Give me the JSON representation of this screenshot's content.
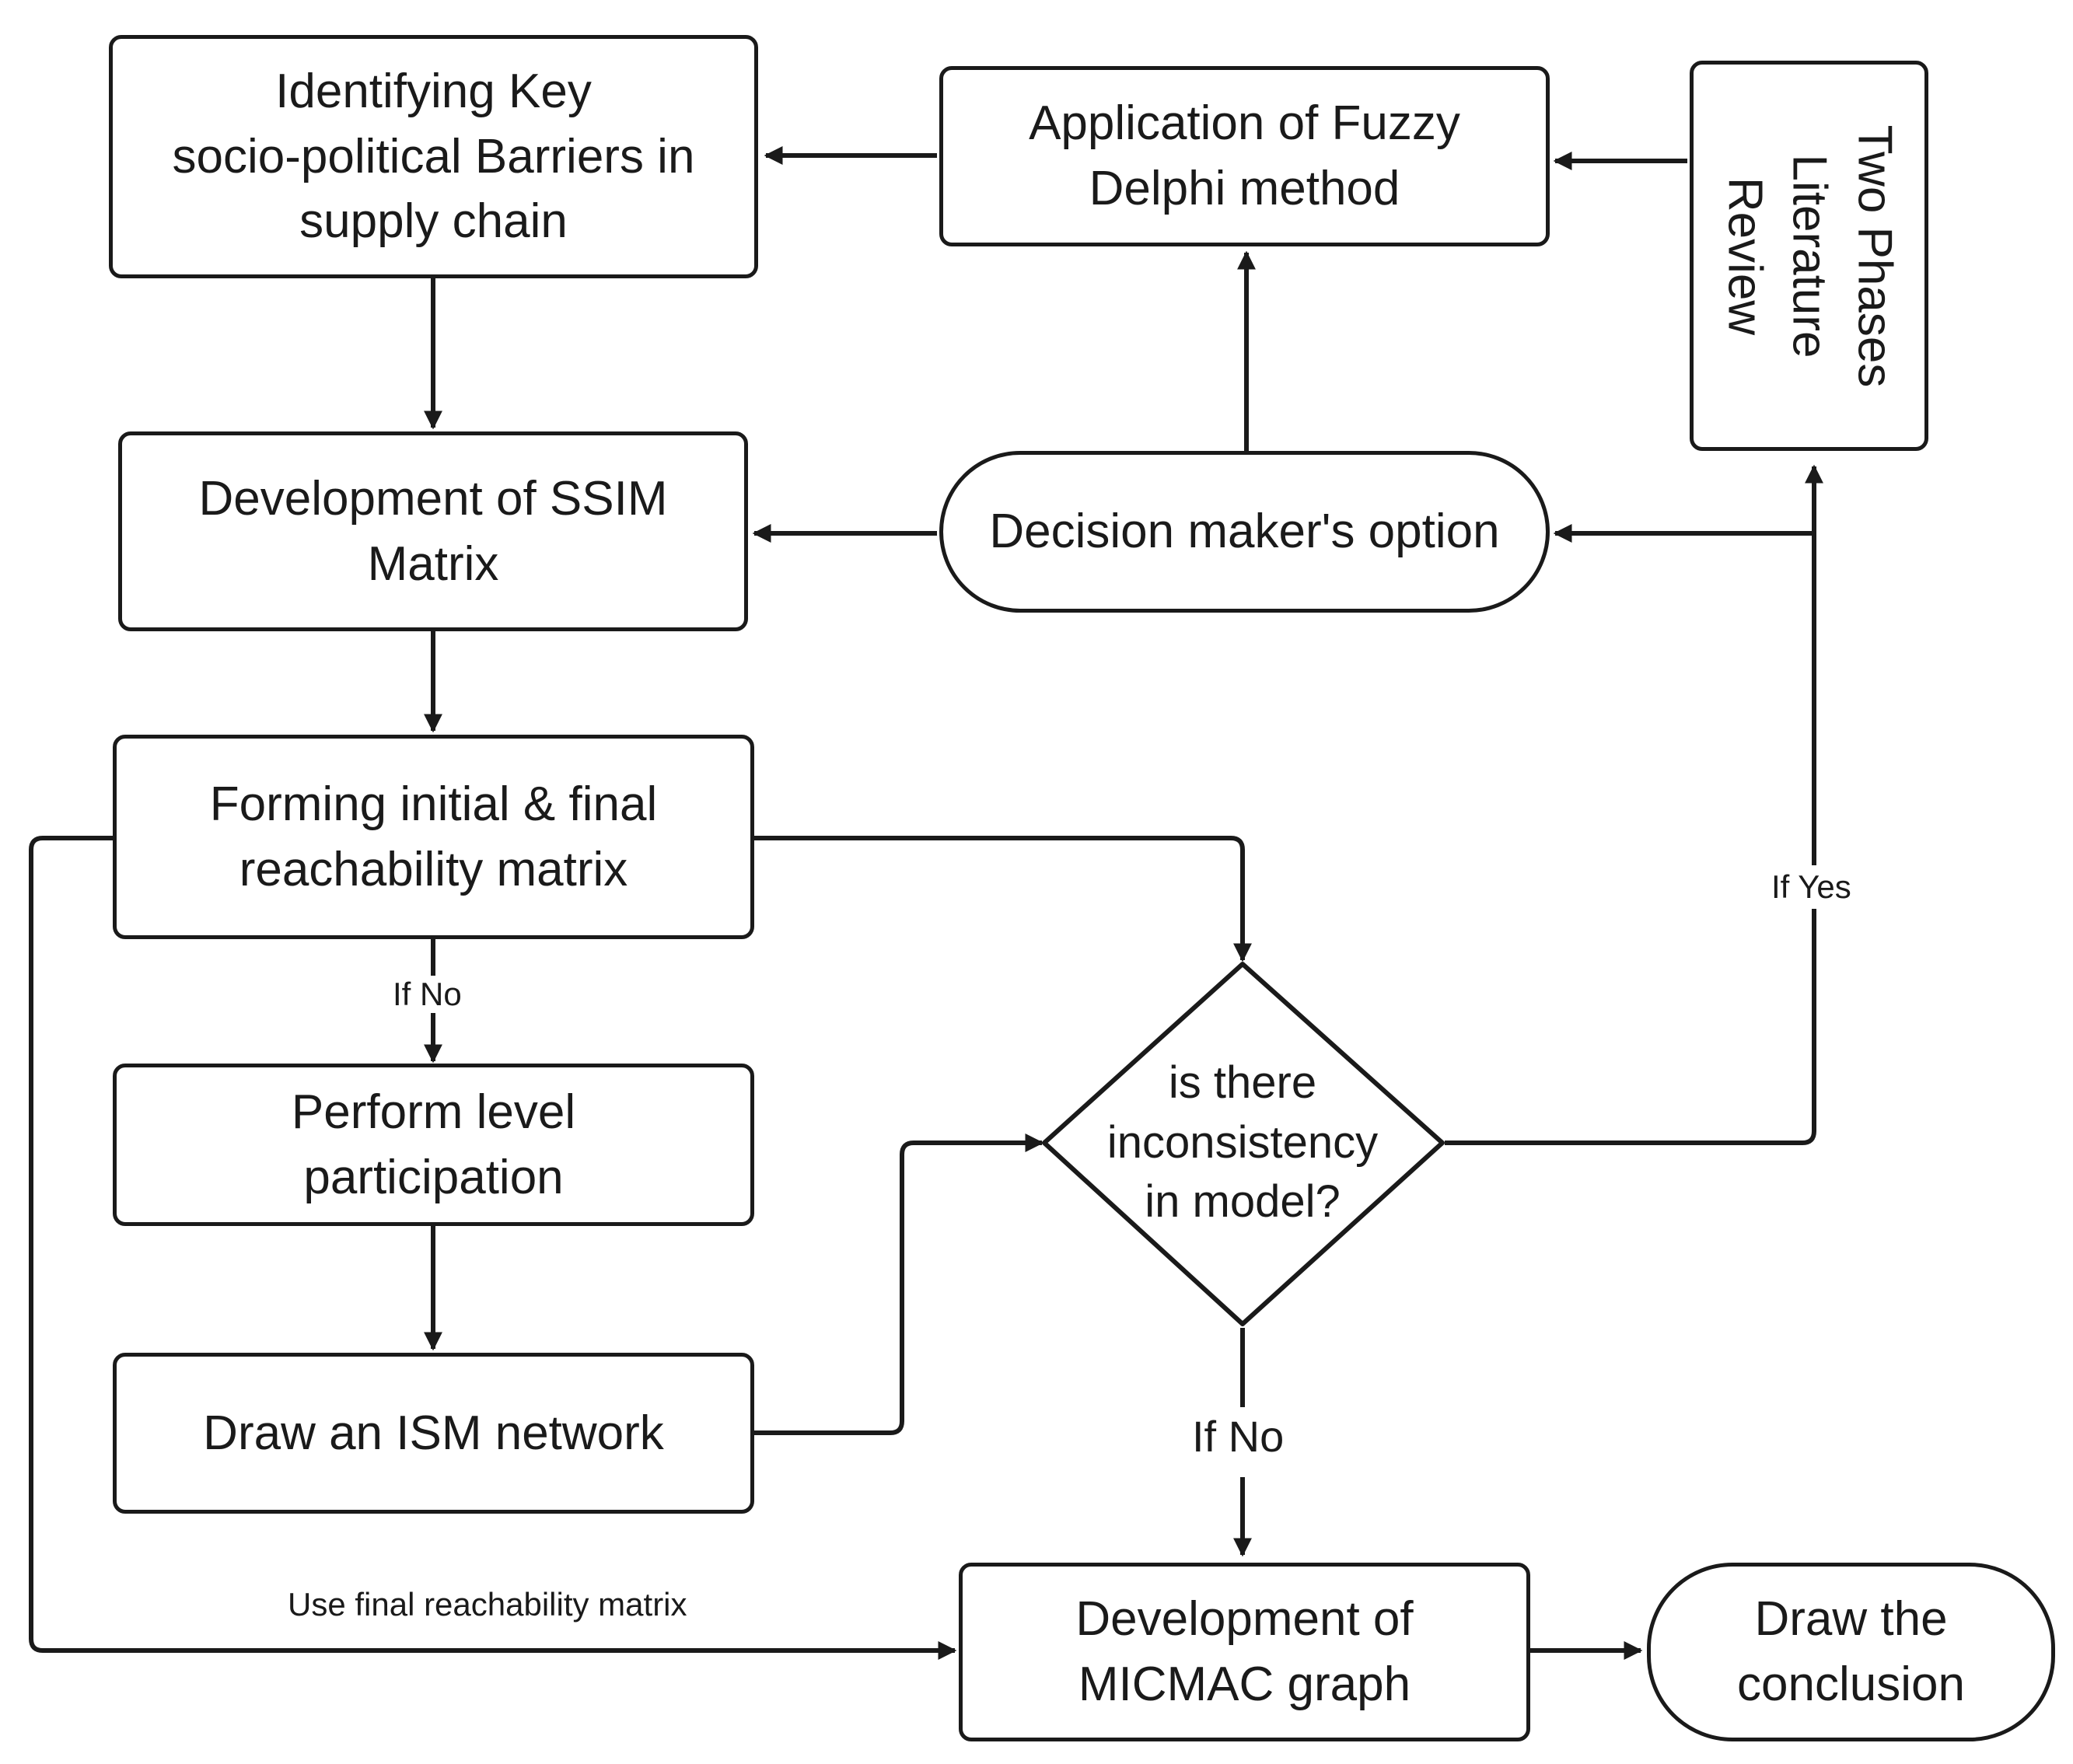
{
  "nodes": {
    "identify": [
      "Identifying Key",
      "socio-political Barriers in",
      "supply chain"
    ],
    "fuzzy": [
      "Application of Fuzzy",
      "Delphi method"
    ],
    "literature": [
      "Two Phases",
      "Literature",
      "Review"
    ],
    "ssim": [
      "Development of SSIM",
      "Matrix"
    ],
    "decision": "Decision maker's option",
    "reachability": [
      "Forming initial & final",
      "reachability matrix"
    ],
    "level": [
      "Perform level",
      "participation"
    ],
    "ism": "Draw an ISM network",
    "inconsistency": [
      "is there",
      "inconsistency",
      "in model?"
    ],
    "micmac": [
      "Development of",
      "MICMAC graph"
    ],
    "conclusion": [
      "Draw the",
      "conclusion"
    ]
  },
  "edge_labels": {
    "if_no_upper": "If No",
    "if_yes": "If Yes",
    "if_no_lower": "If No",
    "use_final": "Use final reachability matrix"
  }
}
